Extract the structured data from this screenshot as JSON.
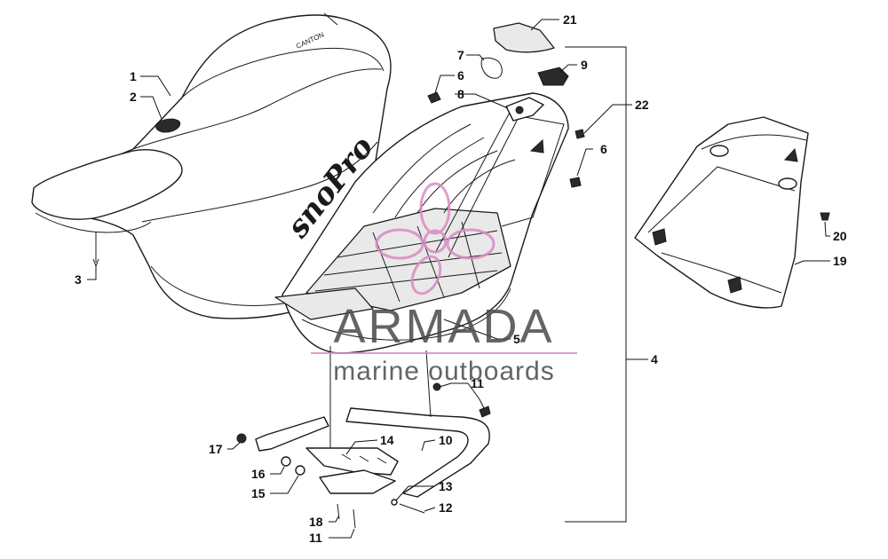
{
  "callouts": [
    {
      "id": "c1",
      "label": "1"
    },
    {
      "id": "c2",
      "label": "2"
    },
    {
      "id": "c3",
      "label": "3"
    },
    {
      "id": "c4",
      "label": "4"
    },
    {
      "id": "c5",
      "label": "5"
    },
    {
      "id": "c6a",
      "label": "6"
    },
    {
      "id": "c6b",
      "label": "6"
    },
    {
      "id": "c7",
      "label": "7"
    },
    {
      "id": "c8",
      "label": "8"
    },
    {
      "id": "c9",
      "label": "9"
    },
    {
      "id": "c10",
      "label": "10"
    },
    {
      "id": "c11a",
      "label": "11"
    },
    {
      "id": "c11b",
      "label": "11"
    },
    {
      "id": "c12",
      "label": "12"
    },
    {
      "id": "c13",
      "label": "13"
    },
    {
      "id": "c14",
      "label": "14"
    },
    {
      "id": "c15",
      "label": "15"
    },
    {
      "id": "c16",
      "label": "16"
    },
    {
      "id": "c17",
      "label": "17"
    },
    {
      "id": "c18",
      "label": "18"
    },
    {
      "id": "c19",
      "label": "19"
    },
    {
      "id": "c20",
      "label": "20"
    },
    {
      "id": "c21",
      "label": "21"
    },
    {
      "id": "c22",
      "label": "22"
    }
  ],
  "seat_brand_text": "snoPro",
  "seat_tag_text": "CANTON",
  "watermark": {
    "title": "ARMADA",
    "subtitle": "marine outboards",
    "logo_color": "#d98bc4",
    "text_color": "#4a4a4a"
  }
}
